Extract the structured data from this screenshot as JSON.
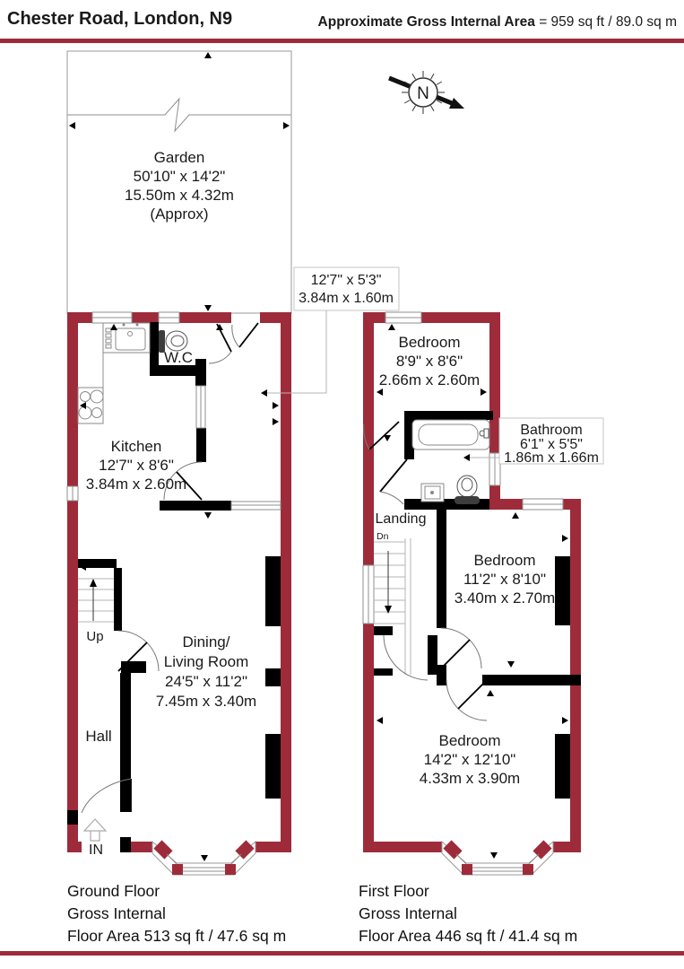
{
  "header": {
    "title": "Chester Road, London, N9",
    "area_label": "Approximate Gross Internal Area",
    "area_value": "= 959 sq ft / 89.0 sq m"
  },
  "compass": {
    "label": "N"
  },
  "garden": {
    "name": "Garden",
    "imperial": "50'10\" x 14'2\"",
    "metric": "15.50m x 4.32m",
    "approx": "(Approx)"
  },
  "ground_floor": {
    "rooms": {
      "wc": {
        "name": "W.C"
      },
      "kitchen": {
        "name": "Kitchen",
        "imperial": "12'7\" x 8'6\"",
        "metric": "3.84m x 2.60m"
      },
      "dining_living": {
        "name_line1": "Dining/",
        "name_line2": "Living Room",
        "imperial": "24'5\" x 11'2\"",
        "metric": "7.45m x 3.40m"
      },
      "hall": {
        "name": "Hall",
        "imperial": "12'7\" x 5'3\"",
        "metric": "3.84m x 1.60m"
      }
    },
    "stairs_label": "Up",
    "entrance_label": "IN",
    "summary": {
      "line1": "Ground Floor",
      "line2": "Gross Internal",
      "line3": "Floor Area 513 sq ft / 47.6 sq m"
    }
  },
  "first_floor": {
    "rooms": {
      "bedroom1": {
        "name": "Bedroom",
        "imperial": "8'9\" x 8'6\"",
        "metric": "2.66m x 2.60m"
      },
      "bathroom": {
        "name": "Bathroom",
        "imperial": "6'1\" x 5'5\"",
        "metric": "1.86m x 1.66m"
      },
      "bedroom2": {
        "name": "Bedroom",
        "imperial": "11'2\" x 8'10\"",
        "metric": "3.40m x 2.70m"
      },
      "bedroom3": {
        "name": "Bedroom",
        "imperial": "14'2\" x 12'10\"",
        "metric": "4.33m x 3.90m"
      },
      "landing": {
        "name": "Landing",
        "stairs_label": "Dn"
      }
    },
    "summary": {
      "line1": "First Floor",
      "line2": "Gross Internal",
      "line3": "Floor Area 446 sq ft / 41.4 sq m"
    }
  },
  "colors": {
    "wall": "#9e2b3a",
    "interior": "#000000",
    "text": "#1a1a1a"
  }
}
